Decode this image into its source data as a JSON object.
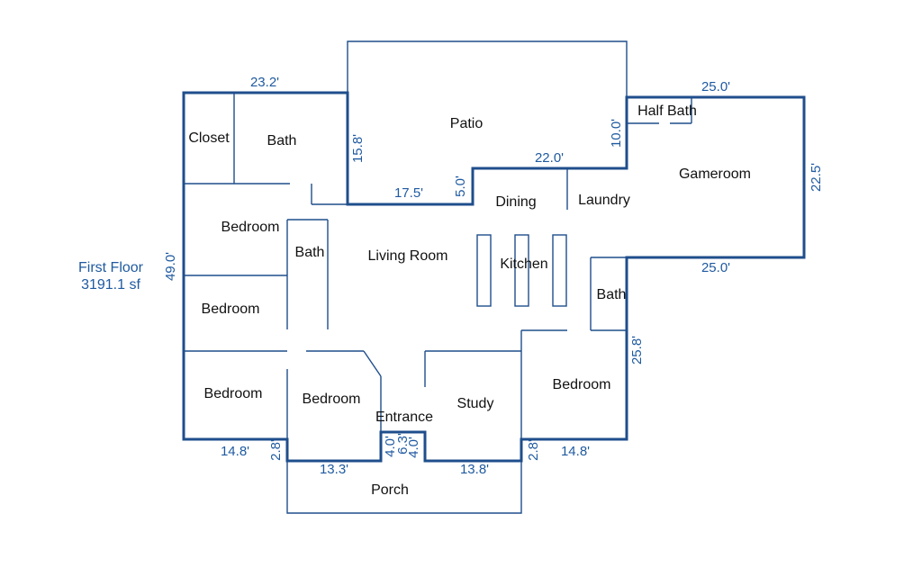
{
  "floor": {
    "name": "First Floor",
    "area": "3191.1 sf"
  },
  "rooms": {
    "closet": "Closet",
    "bath_top": "Bath",
    "patio": "Patio",
    "half_bath": "Half Bath",
    "gameroom": "Gameroom",
    "dining": "Dining",
    "laundry": "Laundry",
    "bedroom_upper": "Bedroom",
    "bath_mid": "Bath",
    "living_room": "Living Room",
    "kitchen": "Kitchen",
    "bedroom_left": "Bedroom",
    "bath_right": "Bath",
    "bedroom_lower_left": "Bedroom",
    "bedroom_lower_mid": "Bedroom",
    "entrance": "Entrance",
    "study": "Study",
    "bedroom_lower_right": "Bedroom",
    "porch": "Porch"
  },
  "dimensions": {
    "top_left": "23.2'",
    "top_right": "25.0'",
    "patio_left": "15.8'",
    "patio_right": "10.0'",
    "patio_bottom": "17.5'",
    "patio_step": "5.0'",
    "dining_top": "22.0'",
    "gameroom_right": "22.5'",
    "gameroom_bottom": "25.0'",
    "left_side": "49.0'",
    "right_side": "25.8'",
    "bottom_left": "14.8'",
    "left_step": "2.8'",
    "porch_left": "13.3'",
    "entry_a": "4.0'",
    "entry_b": "6.3'",
    "entry_c": "4.0'",
    "porch_right": "13.8'",
    "right_step": "2.8'",
    "bottom_right": "14.8'"
  }
}
